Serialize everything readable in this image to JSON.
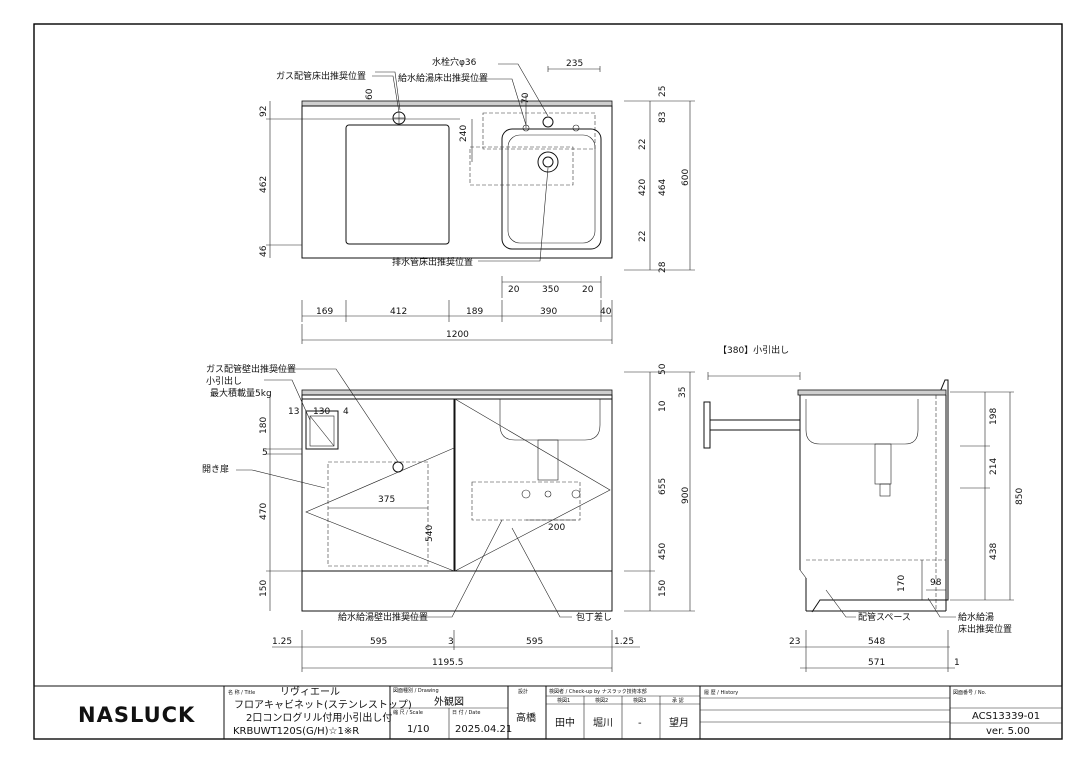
{
  "top_view": {
    "labels": {
      "gas_floor": "ガス配管床出推奨位置",
      "faucet_hole": "水栓穴φ36",
      "water_floor": "給水給湯床出推奨位置",
      "drain_floor": "排水管床出推奨位置"
    },
    "dims": {
      "d235": "235",
      "d60": "60",
      "d70": "70",
      "d240": "240",
      "d92": "92",
      "d462": "462",
      "d46": "46",
      "d25": "25",
      "d83": "83",
      "d22a": "22",
      "d420": "420",
      "d464": "464",
      "d22b": "22",
      "d28": "28",
      "d600": "600",
      "d20a": "20",
      "d350": "350",
      "d20b": "20",
      "d169": "169",
      "d412": "412",
      "d189": "189",
      "d390": "390",
      "d40": "40",
      "d1200": "1200"
    }
  },
  "front_view": {
    "labels": {
      "gas_wall": "ガス配管壁出推奨位置",
      "small_drawer": "小引出し",
      "max_load": "最大積載量5kg",
      "hinged_door": "開き扉",
      "water_wall": "給水給湯壁出推奨位置",
      "knife_rack": "包丁差し"
    },
    "dims": {
      "d13": "13",
      "d130": "130",
      "d4": "4",
      "d180": "180",
      "d5": "5",
      "d470": "470",
      "d150a": "150",
      "d375": "375",
      "d540": "540",
      "d200": "200",
      "d50": "50",
      "d35": "35",
      "d10": "10",
      "d655": "655",
      "d900": "900",
      "d450": "450",
      "d150b": "150",
      "d125a": "1.25",
      "d595a": "595",
      "d3": "3",
      "d595b": "595",
      "d125b": "1.25",
      "d11955": "1195.5"
    }
  },
  "side_view": {
    "labels": {
      "drawer_ext": "【380】小引出し",
      "pipe_space": "配管スペース",
      "water_floor1": "給水給湯",
      "water_floor2": "床出推奨位置"
    },
    "dims": {
      "d198": "198",
      "d214": "214",
      "d438": "438",
      "d850": "850",
      "d170": "170",
      "d98": "98",
      "d23": "23",
      "d548": "548",
      "d571": "571",
      "d1": "1"
    }
  },
  "title_block": {
    "logo": "NASLUCK",
    "title_caption": "名 称 / Title",
    "title_line1": "リヴィエール",
    "title_line2": "フロアキャビネット(ステンレストップ)",
    "title_line3": "2口コンログリル付用小引出し付",
    "title_line4": "KRBUWT120S(G/H)☆1※R",
    "drawing_caption": "図面種別 / Drawing",
    "drawing_value": "外観図",
    "scale_caption": "縮 尺 / Scale",
    "scale_value": "1/10",
    "date_caption": "日 付 / Date",
    "date_value": "2025.04.21",
    "drawn_caption": "設計",
    "drawn_value": "高橋",
    "check_caption": "検図者 / Check-up by  ナスラック技術本部",
    "check_sub1": "検図1",
    "check_sub2": "検図2",
    "check_sub3": "検図3",
    "check_sub4": "承 認",
    "check_v1": "田中",
    "check_v2": "堀川",
    "check_v3": "-",
    "check_v4": "望月",
    "history_caption": "履 歴 / History",
    "number_caption": "図面番号 / No.",
    "number_value": "ACS13339-01",
    "version_value": "ver. 5.00"
  }
}
